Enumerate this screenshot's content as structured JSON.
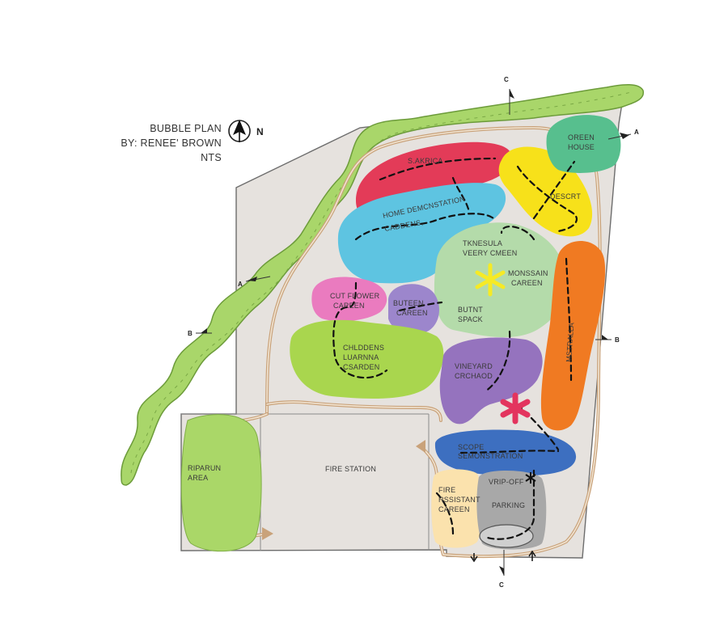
{
  "title": {
    "line1": "BUBBLE PLAN",
    "line2": "BY: RENEE' BROWN",
    "line3": "NTS",
    "north": "N"
  },
  "colors": {
    "site": "#e6e2de",
    "site_stroke": "#6d6d6d",
    "hedge": "#a9d66a",
    "hedge_stroke": "#6c9b3a",
    "red": "#e33b58",
    "blue": "#5ec4e1",
    "yellow": "#f7e11a",
    "teal": "#57bf8e",
    "orange": "#f07a22",
    "sage": "#b4dbaa",
    "pink": "#ea7bbf",
    "purple": "#9c86cc",
    "lime": "#a9d64e",
    "violet": "#9573be",
    "dark_blue": "#3d6fc0",
    "light_green": "#aad768",
    "cream": "#fbe2ad",
    "gray": "#a8a8a8",
    "star_yellow": "#f6ea25",
    "star_red": "#e3345e"
  },
  "section_markers": {
    "c_top": "C",
    "c_bottom": "C",
    "a_left": "A",
    "a_right": "A",
    "b_left": "B",
    "b_right": "B"
  },
  "areas": {
    "s_africa": [
      "S.AKRICA"
    ],
    "home_demo": [
      "HOME DEMCNSTATION",
      "CADDENS,"
    ],
    "descrt": [
      "DESCRT"
    ],
    "green_house": [
      "OREEN",
      "HOUSE"
    ],
    "peninsula": [
      "TKNESULA",
      "VEERY CMEEN"
    ],
    "mountain": [
      "MONSSAIN",
      "CAREEN"
    ],
    "butnt_space": [
      "BUTNT",
      "SPACK"
    ],
    "australia": [
      "MSTRALLA"
    ],
    "cut_flower": [
      "CUT FLOWER",
      "CAREEN"
    ],
    "butterfly": [
      "BUTEEN",
      "CAREEN"
    ],
    "childrens": [
      "CHLDDENS",
      "LUARNNA",
      "CSARDEN"
    ],
    "vineyard": [
      "VINEYARD",
      "CRCHAOD"
    ],
    "scope_demo": [
      "SCOPE",
      "SEMONSTRATION"
    ],
    "riparian": [
      "RIPARUN",
      "AREA"
    ],
    "fire_station": [
      "FIRE STATION"
    ],
    "fire_resistant": [
      "FIRE",
      "RSSISTANT",
      "CAREEN"
    ],
    "drop_off": [
      "VRIP-OFF"
    ],
    "parking": [
      "PARKING"
    ]
  }
}
